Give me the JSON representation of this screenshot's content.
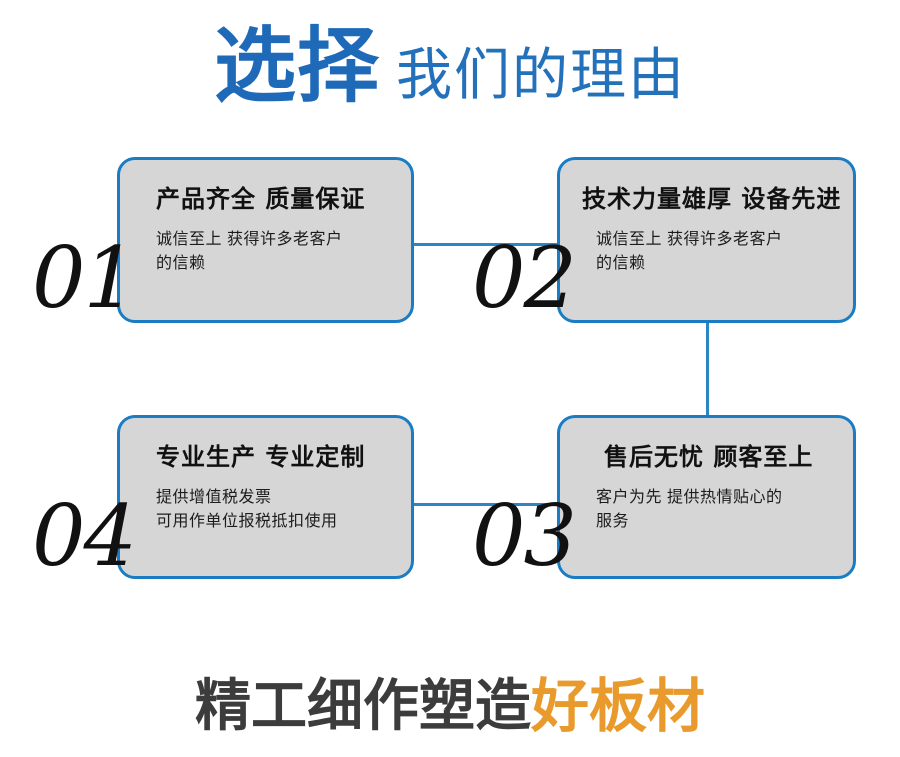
{
  "header": {
    "title_strong": "选择",
    "title_light": "我们的理由",
    "strong_color": "#1f6ab8",
    "light_color": "#2370bb"
  },
  "theme": {
    "accent_blue": "#1a7dc4",
    "connector_blue": "#2b86c6",
    "card_fill": "#d6d6d6",
    "numeral_color": "#111111",
    "accent_orange": "#e89b2c",
    "footer_dark": "#3c3c3c",
    "background": "#ffffff"
  },
  "cards": [
    {
      "number": "01",
      "title": "产品齐全 质量保证",
      "body_lines": [
        "诚信至上 获得许多老客户",
        "的信赖"
      ]
    },
    {
      "number": "02",
      "title": "技术力量雄厚 设备先进",
      "body_lines": [
        "诚信至上 获得许多老客户",
        "的信赖"
      ]
    },
    {
      "number": "03",
      "title": "售后无忧 顾客至上",
      "body_lines": [
        "客户为先 提供热情贴心的",
        "服务"
      ]
    },
    {
      "number": "04",
      "title": "专业生产 专业定制",
      "body_lines": [
        "提供增值税发票",
        "可用作单位报税抵扣使用"
      ]
    }
  ],
  "footer": {
    "text_dark": "精工细作塑造",
    "text_accent": "好板材"
  }
}
